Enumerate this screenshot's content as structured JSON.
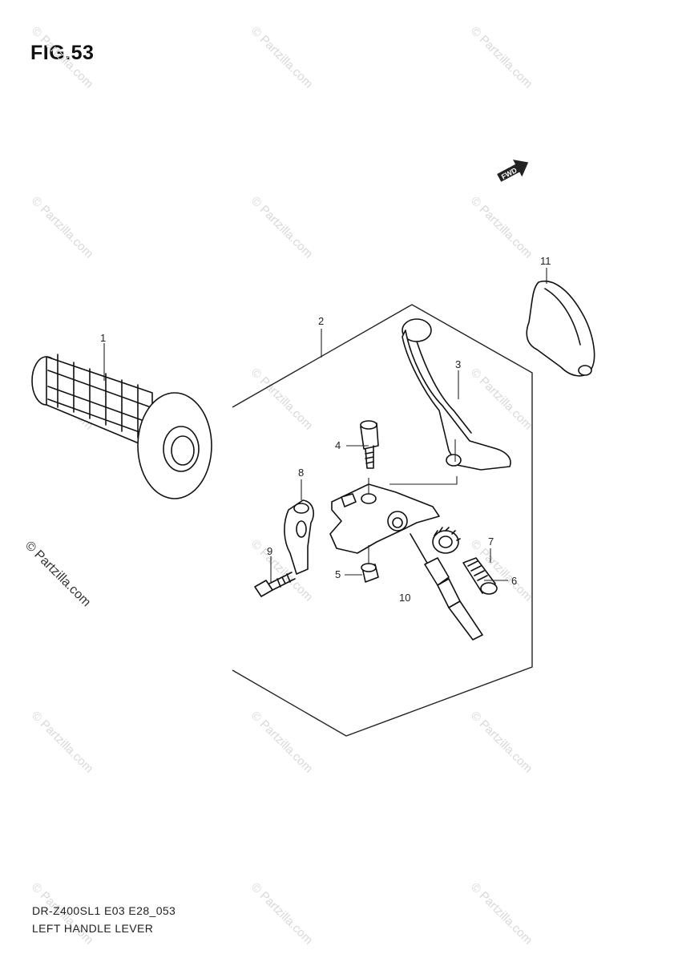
{
  "figure": {
    "title": "FIG.53",
    "model_code": "DR-Z400SL1 E03 E28_053",
    "name": "LEFT HANDLE LEVER"
  },
  "watermark": {
    "text": "© Partzilla.com",
    "side_text": "© Partzilla.com"
  },
  "fwd_indicator": {
    "text": "FWD"
  },
  "callouts": [
    {
      "id": "1",
      "part": "grip"
    },
    {
      "id": "2",
      "part": "lever-assembly-frame"
    },
    {
      "id": "3",
      "part": "clutch-lever"
    },
    {
      "id": "4",
      "part": "lever-pivot-bolt"
    },
    {
      "id": "5",
      "part": "pivot-nut"
    },
    {
      "id": "6",
      "part": "cable-adjuster"
    },
    {
      "id": "7",
      "part": "adjuster-wheel"
    },
    {
      "id": "8",
      "part": "lever-holder-clamp"
    },
    {
      "id": "9",
      "part": "clamp-bolt"
    },
    {
      "id": "10",
      "part": "clutch-cable"
    },
    {
      "id": "11",
      "part": "lever-cover"
    }
  ],
  "colors": {
    "ink": "#111111",
    "watermark": "#d9d9d9",
    "background": "#ffffff"
  }
}
